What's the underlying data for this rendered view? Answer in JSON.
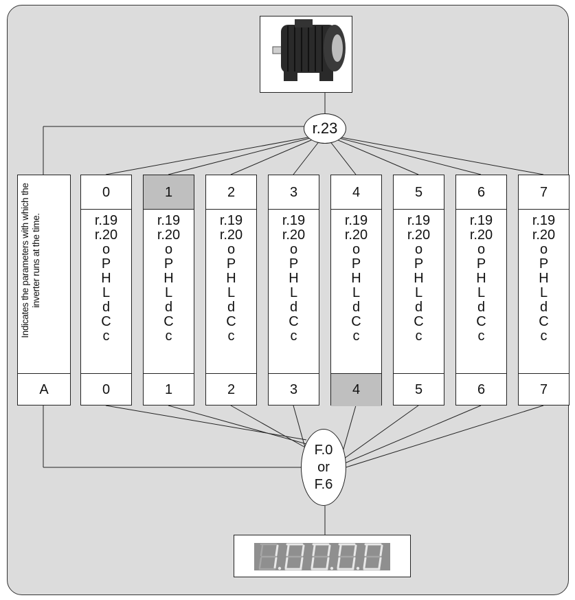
{
  "description": "Indicates the parameters with which the inverter runs at the time.",
  "selector_top": "r.23",
  "selector_bottom": [
    "F.0",
    "or",
    "F.6"
  ],
  "description_footer": "A",
  "param_lines": [
    "r.19",
    "r.20",
    "o",
    "P",
    "H",
    "L",
    "d",
    "C",
    "c"
  ],
  "columns": [
    {
      "header": "0",
      "footer": "0"
    },
    {
      "header": "1",
      "footer": "1"
    },
    {
      "header": "2",
      "footer": "2"
    },
    {
      "header": "3",
      "footer": "3"
    },
    {
      "header": "4",
      "footer": "4"
    },
    {
      "header": "5",
      "footer": "5"
    },
    {
      "header": "6",
      "footer": "6"
    },
    {
      "header": "7",
      "footer": "7"
    }
  ],
  "highlighted_header": "1",
  "highlighted_footer": "4",
  "display_reading": "1.00.0.0",
  "colors": {
    "panel": "#dcdcdc",
    "highlight": "#bfbfbf",
    "display": "#8f8f8f"
  }
}
